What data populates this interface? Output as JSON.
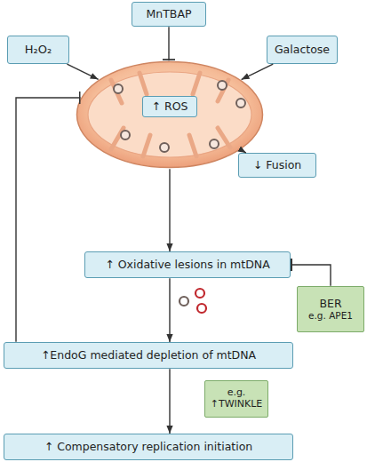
{
  "diagram": {
    "nodes": [
      {
        "text": [
          "MnTBAP"
        ]
      },
      {
        "text": [
          "H₂O₂"
        ]
      },
      {
        "text": [
          "Galactose"
        ]
      },
      {
        "text": []
      },
      {
        "text": [
          "↑ ROS"
        ],
        "in": 3
      },
      {
        "text": [
          "↓ Fusion"
        ]
      },
      {
        "text": [
          "↑ Oxidative lesions in mtDNA"
        ]
      },
      {
        "text": [
          "BER",
          "e.g. APE1"
        ]
      },
      {
        "text": [
          "↑EndoG mediated depletion of mtDNA"
        ]
      },
      {
        "text": [
          "e.g. ↑TWINKLE"
        ]
      },
      {
        "text": [
          "↑ Compensatory replication initiation"
        ]
      }
    ],
    "edges": [
      {
        "from": 0,
        "to": 3,
        "arrow": "to"
      },
      {
        "from": 1,
        "to": 3,
        "arrow": "to"
      },
      {
        "from": 2,
        "to": 3,
        "arrow": "to"
      },
      {
        "from": 3,
        "to": 5,
        "arrow": "to"
      },
      {
        "from": 3,
        "to": 6,
        "arrow": "to"
      },
      {
        "from": 7,
        "to": 6,
        "arrow": "to"
      },
      {
        "from": 6,
        "to": 8,
        "arrow": "to"
      },
      {
        "from": 8,
        "to": 3,
        "arrow": "to"
      },
      {
        "from": 8,
        "to": 10,
        "arrow": "to"
      }
    ]
  }
}
